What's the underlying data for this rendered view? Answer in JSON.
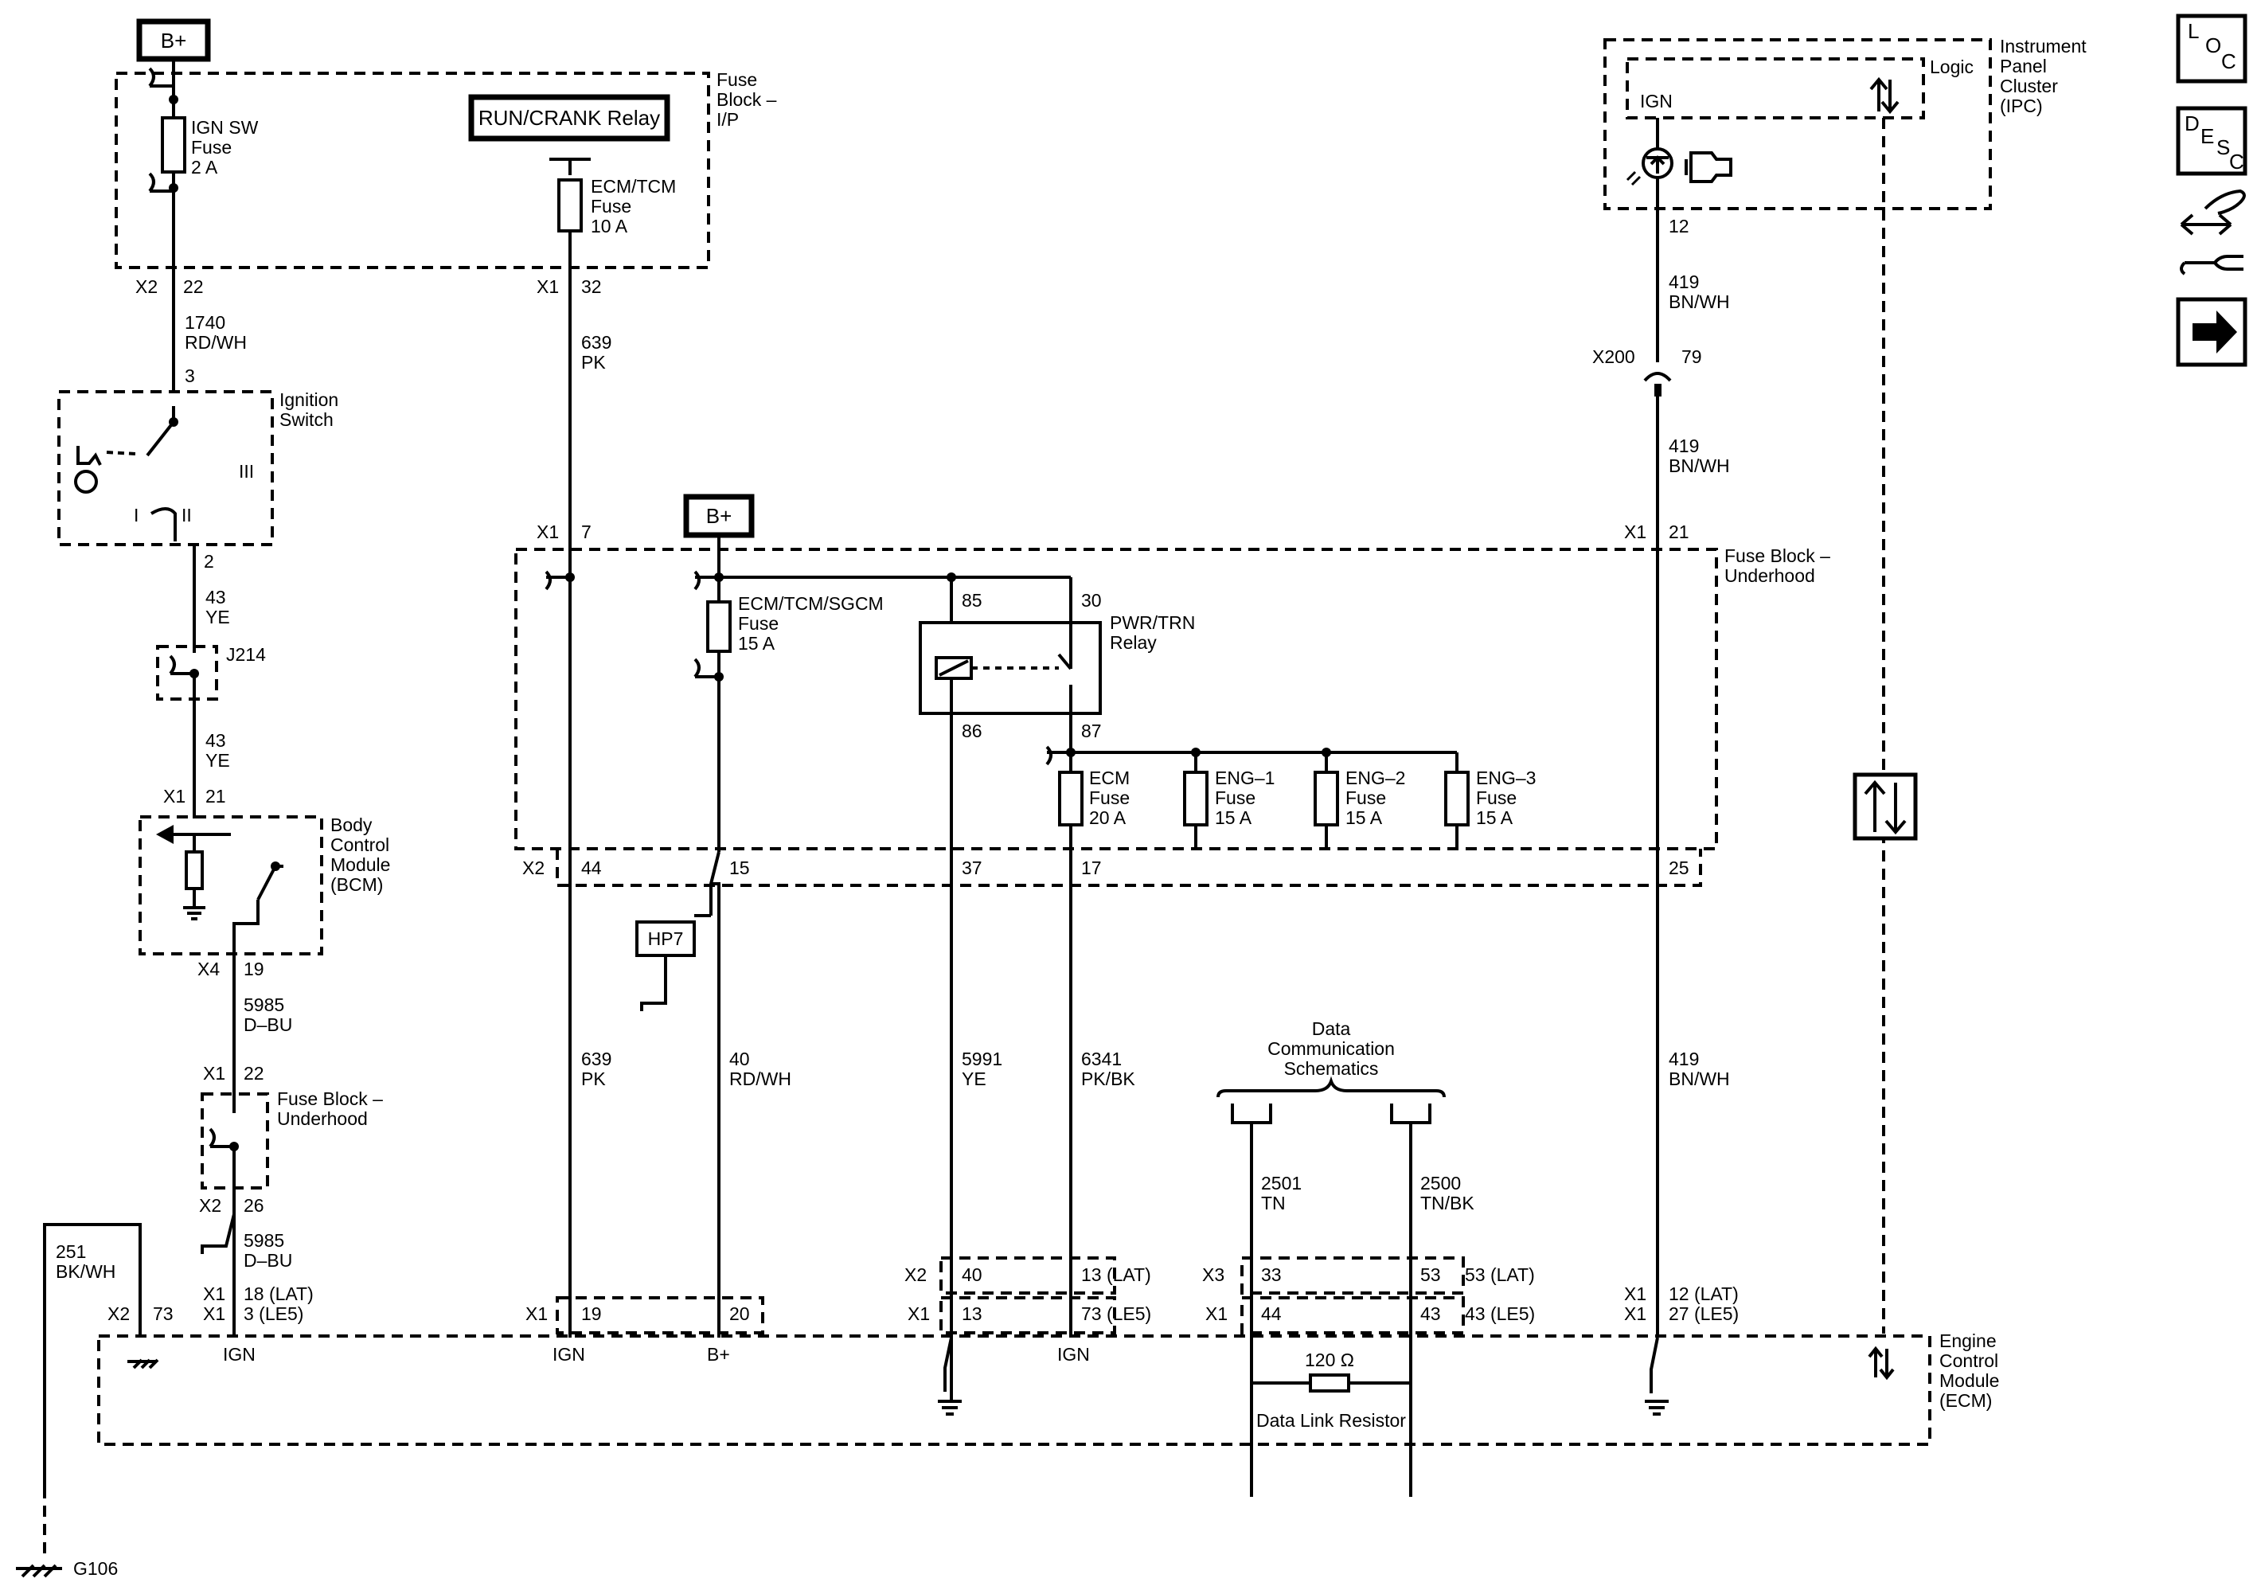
{
  "bplus": "B+",
  "fuse_block_ip": {
    "title": [
      "Fuse",
      "Block –",
      "I/P"
    ]
  },
  "ign_sw_fuse": [
    "IGN SW",
    "Fuse",
    "2 A"
  ],
  "run_crank_relay": "RUN/CRANK Relay",
  "ecm_tcm_fuse": [
    "ECM/TCM",
    "Fuse",
    "10 A"
  ],
  "connectors": {
    "x2": "X2",
    "x1": "X1",
    "x4": "X4",
    "x3": "X3",
    "x200": "X200"
  },
  "pins": {
    "p22": "22",
    "p32": "32",
    "p3": "3",
    "p2": "2",
    "p21": "21",
    "p19": "19",
    "p7": "7",
    "p44": "44",
    "p15": "15",
    "p37": "37",
    "p17": "17",
    "p25": "25",
    "p26": "26",
    "p73": "73",
    "p20": "20",
    "p12": "12",
    "p79": "79",
    "p85": "85",
    "p30": "30",
    "p86": "86",
    "p87": "87",
    "p40": "40",
    "p13": "13",
    "p33": "33",
    "p53": "53",
    "p44b": "44",
    "p43": "43",
    "p18lat": "18 (LAT)",
    "p3le5": "3 (LE5)",
    "p13lat": "13 (LAT)",
    "p73le5": "73 (LE5)",
    "p53lat": "53 (LAT)",
    "p43le5": "43 (LE5)",
    "p12lat": "12 (LAT)",
    "p27le5": "27 (LE5)"
  },
  "wires": {
    "w1740": [
      "1740",
      "RD/WH"
    ],
    "w639": [
      "639",
      "PK"
    ],
    "w43": [
      "43",
      "YE"
    ],
    "w5985": [
      "5985",
      "D–BU"
    ],
    "w251": [
      "251",
      "BK/WH"
    ],
    "w40": [
      "40",
      "RD/WH"
    ],
    "w5991": [
      "5991",
      "YE"
    ],
    "w6341": [
      "6341",
      "PK/BK"
    ],
    "w2501": [
      "2501",
      "TN"
    ],
    "w2500": [
      "2500",
      "TN/BK"
    ],
    "w419": [
      "419",
      "BN/WH"
    ]
  },
  "ignition_switch": {
    "title": [
      "Ignition",
      "Switch"
    ],
    "pos3": "III",
    "pos2": "II",
    "pos1": "I"
  },
  "j214": "J214",
  "bcm": {
    "title": [
      "Body",
      "Control",
      "Module",
      "(BCM)"
    ]
  },
  "fuse_block_underhood_small": [
    "Fuse Block –",
    "Underhood"
  ],
  "fuse_block_underhood": [
    "Fuse Block –",
    "Underhood"
  ],
  "ecm_tcm_sgcm_fuse": [
    "ECM/TCM/SGCM",
    "Fuse",
    "15 A"
  ],
  "pwr_trn_relay": [
    "PWR/TRN",
    "Relay"
  ],
  "ecm_fuse": [
    "ECM",
    "Fuse",
    "20 A"
  ],
  "eng1_fuse": [
    "ENG–1",
    "Fuse",
    "15 A"
  ],
  "eng2_fuse": [
    "ENG–2",
    "Fuse",
    "15 A"
  ],
  "eng3_fuse": [
    "ENG–3",
    "Fuse",
    "15 A"
  ],
  "hp7": "HP7",
  "data_comm": [
    "Data",
    "Communication",
    "Schematics"
  ],
  "ecm": {
    "title": [
      "Engine",
      "Control",
      "Module",
      "(ECM)"
    ],
    "ign": "IGN",
    "bplus": "B+"
  },
  "resistor": {
    "value": "120 Ω",
    "label": "Data Link Resistor"
  },
  "ipc": {
    "title": [
      "Instrument",
      "Panel",
      "Cluster",
      "(IPC)"
    ],
    "logic": "Logic",
    "ign": "IGN"
  },
  "g106": "G106",
  "nav": {
    "loc": [
      "L",
      "O",
      "C"
    ],
    "desc": [
      "D",
      "E",
      "S",
      "C"
    ]
  }
}
